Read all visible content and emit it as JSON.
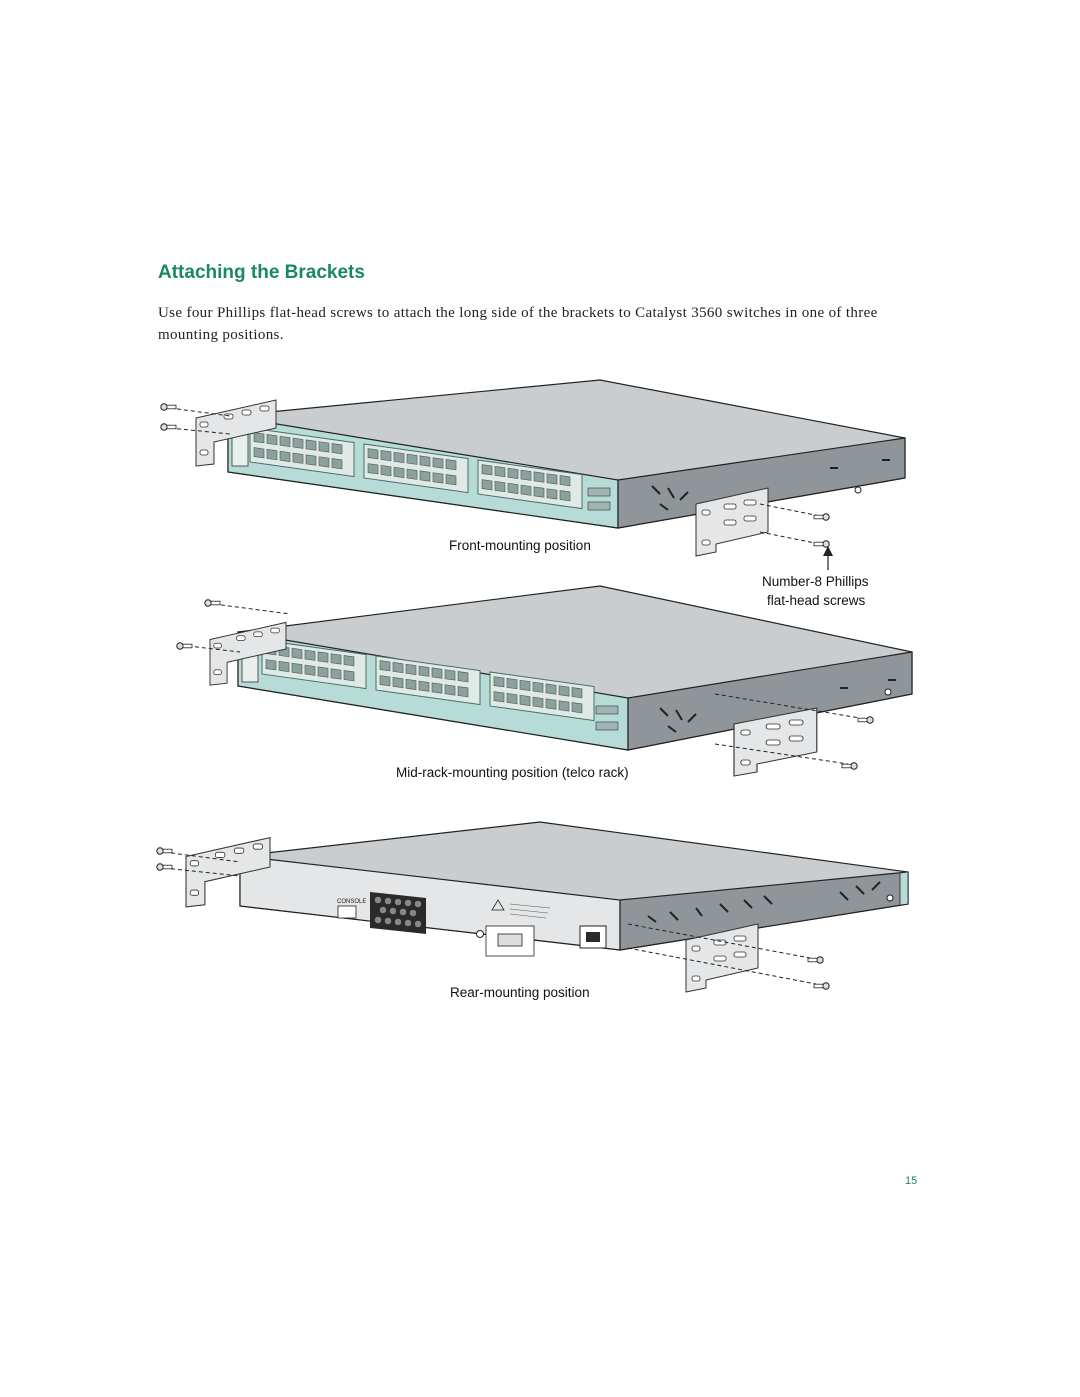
{
  "section": {
    "title": "Attaching the Brackets",
    "intro": "Use four Phillips flat-head screws to attach the long side of the brackets to Catalyst 3560 switches in one of three mounting positions."
  },
  "figure": {
    "front_caption": "Front-mounting position",
    "screws_label_line1": "Number-8 Phillips",
    "screws_label_line2": "flat-head screws",
    "midrack_caption": "Mid-rack-mounting position (telco rack)",
    "rear_caption": "Rear-mounting position",
    "console_label": "CONSOLE"
  },
  "colors": {
    "heading": "#1a8a5c",
    "switch_top": "#c9cdd0",
    "switch_front": "#b7dbd6",
    "switch_side": "#8f9598"
  },
  "footer": {
    "page_number": "15"
  }
}
